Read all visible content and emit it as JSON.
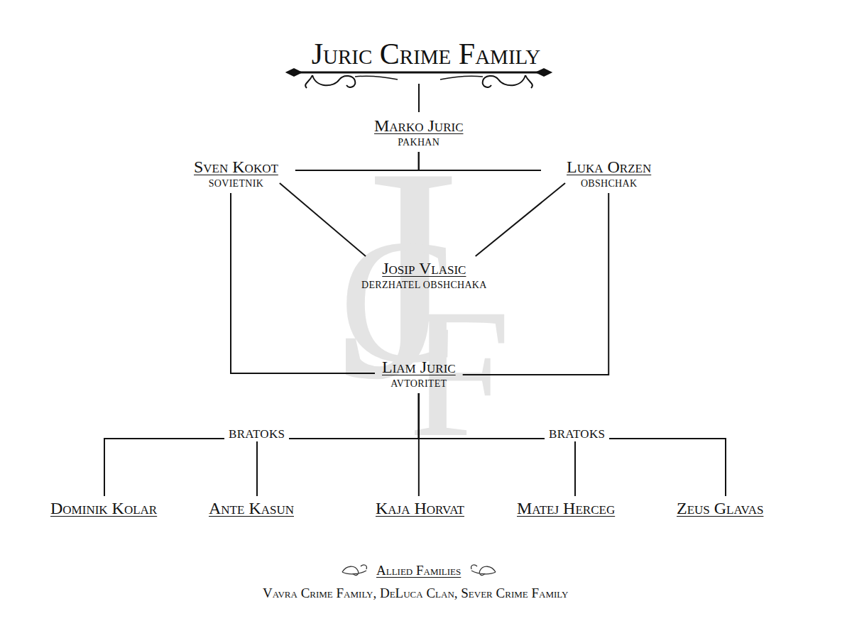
{
  "diagram": {
    "title": "Juric Crime Family",
    "nodes": [
      {
        "text": [
          "Marko Juric",
          "PAKHAN"
        ]
      },
      {
        "text": [
          "Sven Kokot",
          "SOVIETNIK"
        ]
      },
      {
        "text": [
          "Luka Orzen",
          "OBSHCHAK"
        ]
      },
      {
        "text": [
          "Josip Vlasic",
          "DERZHATEL OBSHCHAKA"
        ]
      },
      {
        "text": [
          "Liam Juric",
          "AVTORITET"
        ]
      },
      {
        "text": [
          "Dominik Kolar"
        ]
      },
      {
        "text": [
          "Ante Kasun"
        ]
      },
      {
        "text": [
          "Kaja Horvat"
        ]
      },
      {
        "text": [
          "Matej Herceg"
        ]
      },
      {
        "text": [
          "Zeus Glavas"
        ]
      }
    ],
    "edges": [
      {
        "from": 0,
        "to": 1,
        "arrow": "none"
      },
      {
        "from": 0,
        "to": 2,
        "arrow": "none"
      },
      {
        "from": 1,
        "to": 3,
        "arrow": "none"
      },
      {
        "from": 2,
        "to": 3,
        "arrow": "none"
      },
      {
        "from": 1,
        "to": 4,
        "arrow": "none"
      },
      {
        "from": 2,
        "to": 4,
        "arrow": "none"
      },
      {
        "from": 4,
        "to": 5,
        "arrow": "none"
      },
      {
        "from": 4,
        "to": 6,
        "arrow": "none"
      },
      {
        "from": 4,
        "to": 7,
        "arrow": "none"
      },
      {
        "from": 4,
        "to": 8,
        "arrow": "none"
      },
      {
        "from": 4,
        "to": 9,
        "arrow": "none"
      }
    ],
    "labels": [
      "J",
      "C",
      "F",
      "BRATOKS",
      "BRATOKS",
      "Allied Families",
      "Vavra Crime Family, DeLuca Clan, Sever Crime Family"
    ]
  }
}
